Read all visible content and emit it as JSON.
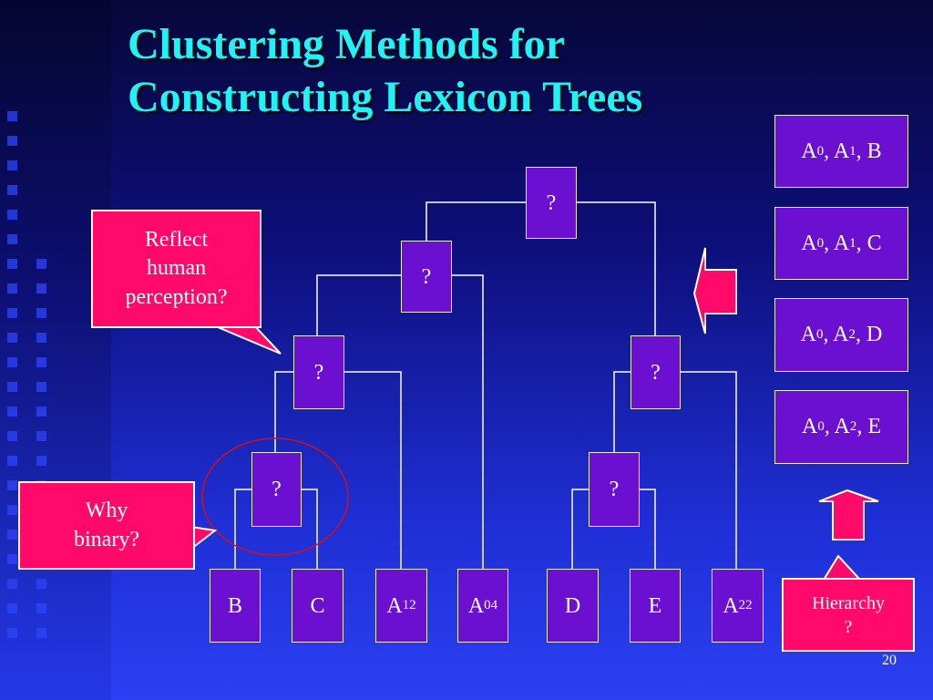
{
  "title": {
    "line1": "Clustering Methods for",
    "line2": "Constructing Lexicon Trees"
  },
  "tree": {
    "question_mark": "?",
    "leaves": {
      "b": "B",
      "c": "C",
      "a1": {
        "base": "A",
        "sub": "1",
        "sup": "2"
      },
      "a0": {
        "base": "A",
        "sub": "0",
        "sup": "4"
      },
      "d": "D",
      "e": "E",
      "a2": {
        "base": "A",
        "sub": "2",
        "sup": "2"
      }
    }
  },
  "right_boxes": [
    {
      "a": "A",
      "s1": "0",
      "mid": ", A",
      "s2": "1",
      "tail": ", B"
    },
    {
      "a": "A",
      "s1": "0",
      "mid": ", A",
      "s2": "1",
      "tail": ", C"
    },
    {
      "a": "A",
      "s1": "0",
      "mid": ", A",
      "s2": "2",
      "tail": ", D"
    },
    {
      "a": "A",
      "s1": "0",
      "mid": ", A",
      "s2": "2",
      "tail": ", E"
    }
  ],
  "callouts": {
    "reflect": [
      "Reflect",
      "human",
      "perception?"
    ],
    "why": [
      "Why",
      "binary?"
    ],
    "hierarchy": [
      "Hierarchy",
      "?"
    ]
  },
  "page_number": "20",
  "colors": {
    "title": "#1ff3f3",
    "node_fill": "#6b0fd1",
    "callout_fill": "#ff0a6a",
    "background": "#1f2fd6",
    "circle": "#d0101a"
  },
  "icons": {
    "left_arrow": "left-arrow-icon",
    "up_arrow": "up-arrow-icon"
  }
}
